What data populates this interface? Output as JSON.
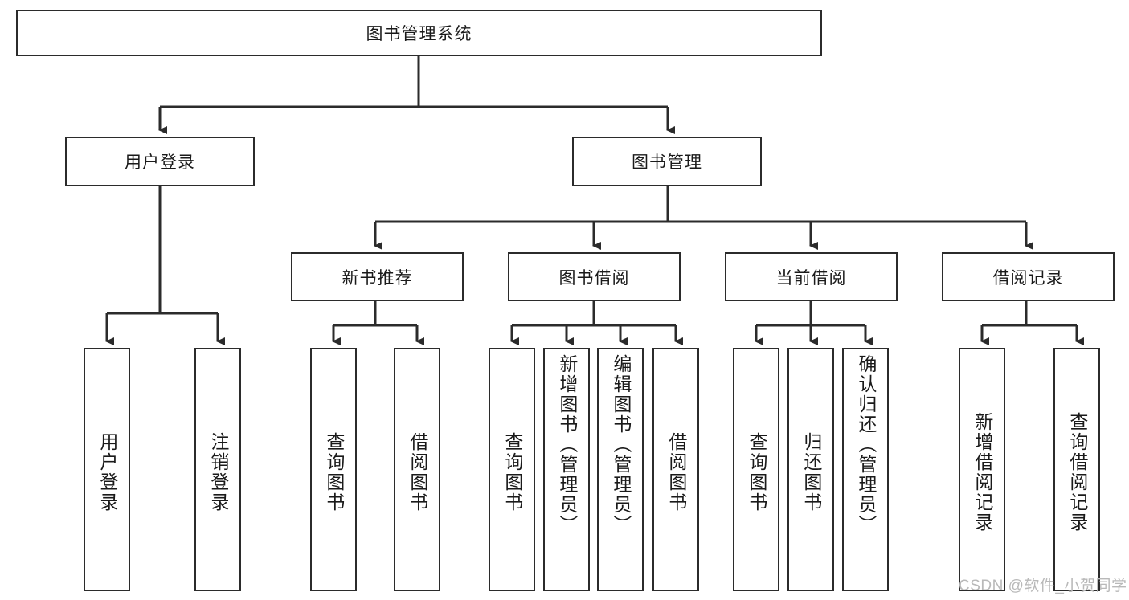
{
  "diagram": {
    "title": "图书管理系统",
    "type": "hierarchy-tree",
    "root": {
      "id": "root",
      "label": "图书管理系统"
    },
    "level2": [
      {
        "id": "user-login",
        "label": "用户登录"
      },
      {
        "id": "book-manage",
        "label": "图书管理"
      }
    ],
    "level3": [
      {
        "id": "new-book-rec",
        "label": "新书推荐"
      },
      {
        "id": "book-borrow",
        "label": "图书借阅"
      },
      {
        "id": "current-borrow",
        "label": "当前借阅"
      },
      {
        "id": "borrow-record",
        "label": "借阅记录"
      }
    ],
    "leaves": {
      "user_login": [
        {
          "id": "leaf-user-login",
          "label": "用户登录"
        },
        {
          "id": "leaf-user-logout",
          "label": "注销登录"
        }
      ],
      "new_book_rec": [
        {
          "id": "leaf-query-book-1",
          "label": "查询图书"
        },
        {
          "id": "leaf-borrow-book-1",
          "label": "借阅图书"
        }
      ],
      "book_borrow": [
        {
          "id": "leaf-query-book-2",
          "label": "查询图书"
        },
        {
          "id": "leaf-add-book",
          "label": "新增图书（管理员）"
        },
        {
          "id": "leaf-edit-book",
          "label": "编辑图书（管理员）"
        },
        {
          "id": "leaf-borrow-book-2",
          "label": "借阅图书"
        }
      ],
      "current_borrow": [
        {
          "id": "leaf-query-book-3",
          "label": "查询图书"
        },
        {
          "id": "leaf-return-book",
          "label": "归还图书"
        },
        {
          "id": "leaf-confirm-return",
          "label": "确认归还（管理员）"
        }
      ],
      "borrow_record": [
        {
          "id": "leaf-add-record",
          "label": "新增借阅记录"
        },
        {
          "id": "leaf-query-record",
          "label": "查询借阅记录"
        }
      ]
    }
  },
  "watermark": {
    "text": "CSDN @软件_小贺同学"
  },
  "colors": {
    "border": "#2b2b2b",
    "text": "#1a1a1a",
    "background": "#ffffff",
    "watermark": "#b9b9b9"
  }
}
